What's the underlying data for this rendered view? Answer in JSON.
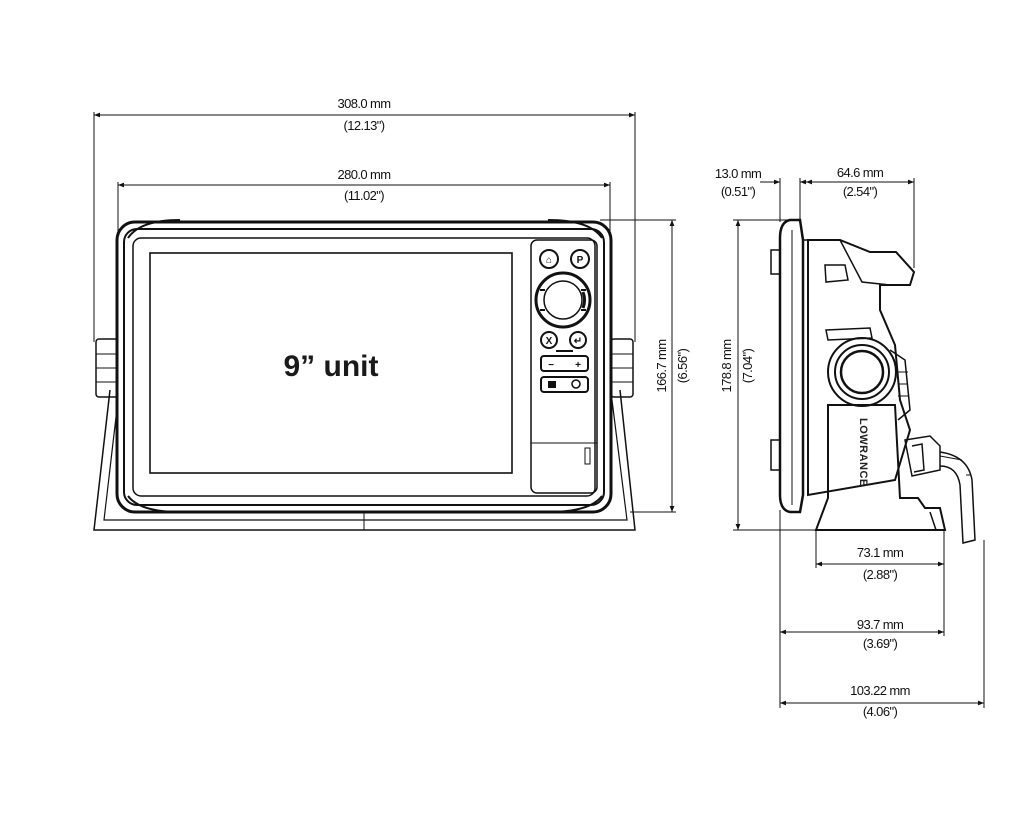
{
  "front": {
    "screen_label": "9” unit",
    "dim_overall_width": {
      "mm": "308.0 mm",
      "in": "(12.13\")"
    },
    "dim_unit_width": {
      "mm": "280.0 mm",
      "in": "(11.02\")"
    },
    "dim_unit_height": {
      "mm": "166.7 mm",
      "in": "(6.56\")"
    }
  },
  "side": {
    "brand_logo": "LOWRANCE",
    "dim_bezel_depth": {
      "mm": "13.0 mm",
      "in": "(0.51\")"
    },
    "dim_top_depth": {
      "mm": "64.6 mm",
      "in": "(2.54\")"
    },
    "dim_overall_height": {
      "mm": "178.8 mm",
      "in": "(7.04\")"
    },
    "dim_base_depth": {
      "mm": "73.1 mm",
      "in": "(2.88\")"
    },
    "dim_bracket_depth": {
      "mm": "93.7 mm",
      "in": "(3.69\")"
    },
    "dim_overall_depth": {
      "mm": "103.22 mm",
      "in": "(4.06\")"
    }
  },
  "keypad": {
    "pages_key": "⌂",
    "power_key": "P",
    "zoom_out_key": "−",
    "zoom_in_key": "+",
    "exit_key": "X",
    "enter_key": "↵"
  },
  "icons": {
    "rotary_knob": "rotary-knob-icon",
    "arrow": "arrowhead-icon"
  }
}
